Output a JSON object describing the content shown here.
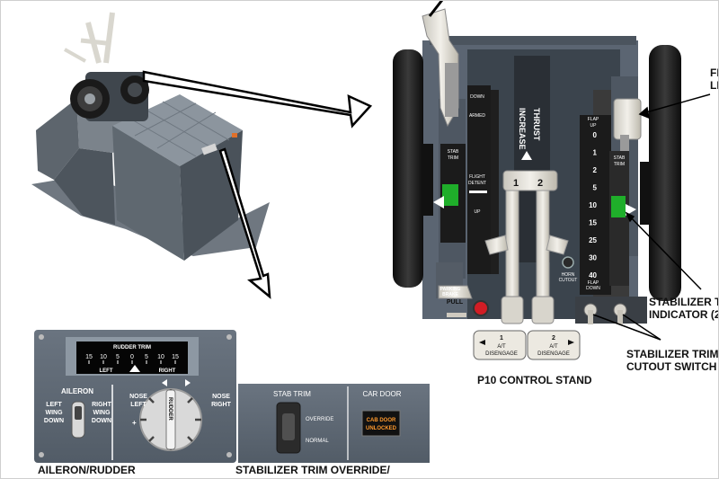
{
  "labels": {
    "p10_control_stand": "P10 CONTROL STAND",
    "flap_lever": "FLAP\nLEVER",
    "stab_trim_indicator": "STABILIZER T\nINDICATOR (2",
    "stab_trim_cutout": "STABILIZER TRIM\nCUTOUT SWITCH",
    "aileron_rudder": "AILERON/RUDDER",
    "stab_trim_override": "STABILIZER TRIM OVERRIDE/"
  },
  "thrust": {
    "increase": "INCREASE",
    "thrust": "THRUST",
    "lever1": "1",
    "lever2": "2",
    "at1_num": "1",
    "at1_a": "A/T",
    "at1_b": "DISENGAGE",
    "at2_num": "2",
    "at2_a": "A/T",
    "at2_b": "DISENGAGE"
  },
  "speedbrake": {
    "down": "DOWN",
    "armed": "ARMED",
    "flight": "FLIGHT",
    "detent": "DETENT",
    "up": "UP"
  },
  "stab_trim_wheel_left": "STAB\nTRIM",
  "stab_trim_wheel_right": "STAB\nTRIM",
  "flap_scale": {
    "header1": "FLAP",
    "header2": "UP",
    "marks": [
      "0",
      "1",
      "2",
      "5",
      "10",
      "15",
      "25",
      "30",
      "40"
    ],
    "footer1": "FLAP",
    "footer2": "DOWN"
  },
  "parking_brake": {
    "line1": "PARKING",
    "line2": "BRAKE",
    "line3": "PULL"
  },
  "horn_cutout": {
    "line1": "HORN",
    "line2": "CUTOUT"
  },
  "rudder_panel": {
    "title": "RUDDER TRIM",
    "scale": [
      "15",
      "10",
      "5",
      "0",
      "5",
      "10",
      "15"
    ],
    "left": "LEFT",
    "right": "RIGHT",
    "aileron": "AILERON",
    "left_wing_down": "LEFT\nWING\nDOWN",
    "right_wing_down": "RIGHT\nWING\nDOWN",
    "nose_left": "NOSE\nLEFT",
    "nose_right": "NOSE\nRIGHT",
    "rudder_knob": "RUDDER"
  },
  "override_panel": {
    "stab_trim": "STAB TRIM",
    "override": "OVERRIDE",
    "normal": "NORMAL",
    "car_door": "CAR DOOR",
    "cab_door_1": "CAB DOOR",
    "cab_door_2": "UNLOCKED"
  },
  "colors": {
    "panel": "#5c6773",
    "panel_dark": "#3d4650",
    "green": "#1fae2a",
    "warn_amber": "#ff9a2e",
    "knob_gray": "#d9d9d9",
    "red_button": "#d21d25"
  }
}
